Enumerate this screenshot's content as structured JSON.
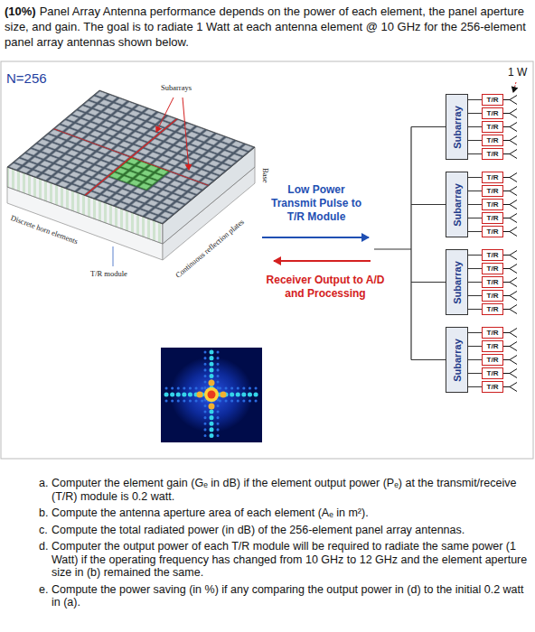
{
  "diagram": {
    "nodes": [
      {
        "text": [
          "Subarray"
        ]
      },
      {
        "text": [
          "T/R"
        ]
      },
      {
        "text": [
          "T/R"
        ]
      },
      {
        "text": [
          "T/R"
        ]
      },
      {
        "text": [
          "T/R"
        ]
      },
      {
        "text": [
          "T/R"
        ]
      },
      {
        "text": [
          "Subarray"
        ]
      },
      {
        "text": [
          "T/R"
        ]
      },
      {
        "text": [
          "T/R"
        ]
      },
      {
        "text": [
          "T/R"
        ]
      },
      {
        "text": [
          "T/R"
        ]
      },
      {
        "text": [
          "T/R"
        ]
      },
      {
        "text": [
          "Subarray"
        ]
      },
      {
        "text": [
          "T/R"
        ]
      },
      {
        "text": [
          "T/R"
        ]
      },
      {
        "text": [
          "T/R"
        ]
      },
      {
        "text": [
          "T/R"
        ]
      },
      {
        "text": [
          "T/R"
        ]
      },
      {
        "text": [
          "Subarray"
        ]
      },
      {
        "text": [
          "T/R"
        ]
      },
      {
        "text": [
          "T/R"
        ]
      },
      {
        "text": [
          "T/R"
        ]
      },
      {
        "text": [
          "T/R"
        ]
      },
      {
        "text": [
          "T/R"
        ]
      }
    ],
    "edges": [
      {
        "from": 0,
        "to": 1,
        "arrow": "none"
      },
      {
        "from": 0,
        "to": 2,
        "arrow": "none"
      },
      {
        "from": 0,
        "to": 3,
        "arrow": "none"
      },
      {
        "from": 0,
        "to": 4,
        "arrow": "none"
      },
      {
        "from": 0,
        "to": 5,
        "arrow": "none"
      },
      {
        "from": 6,
        "to": 7,
        "arrow": "none"
      },
      {
        "from": 6,
        "to": 8,
        "arrow": "none"
      },
      {
        "from": 6,
        "to": 9,
        "arrow": "none"
      },
      {
        "from": 6,
        "to": 10,
        "arrow": "none"
      },
      {
        "from": 6,
        "to": 11,
        "arrow": "none"
      },
      {
        "from": 12,
        "to": 13,
        "arrow": "none"
      },
      {
        "from": 12,
        "to": 14,
        "arrow": "none"
      },
      {
        "from": 12,
        "to": 15,
        "arrow": "none"
      },
      {
        "from": 12,
        "to": 16,
        "arrow": "none"
      },
      {
        "from": 12,
        "to": 17,
        "arrow": "none"
      },
      {
        "from": 18,
        "to": 19,
        "arrow": "none"
      },
      {
        "from": 18,
        "to": 20,
        "arrow": "none"
      },
      {
        "from": 18,
        "to": 21,
        "arrow": "none"
      },
      {
        "from": 18,
        "to": 22,
        "arrow": "none"
      },
      {
        "from": 18,
        "to": 23,
        "arrow": "none"
      }
    ],
    "labels": [
      "(10%)",
      "Panel Array Antenna performance depends on the power of each element, the panel aperture size, and gain. The goal is to radiate 1 Watt at each antenna element @ 10 GHz for the 256-element panel array antennas shown below.",
      "N=256",
      "1 W",
      "Subarrays",
      "Base",
      "Discrete horn elements",
      "T/R module",
      "Continuous reflection plates",
      "Low Power Transmit Pulse to T/R Module",
      "Receiver Output to A/D and Processing",
      "a.",
      "Computer the element gain (Gₑ in dB) if the element output power (Pₑ) at the transmit/receive (T/R) module is 0.2 watt.",
      "b.",
      "Compute the antenna aperture area of each element (Aₑ in m²).",
      "c.",
      "Compute the total radiated power (in dB) of the 256-element panel array antennas.",
      "d.",
      "Computer the output power of each T/R module will be required to radiate the same power (1 Watt) if the operating frequency has changed from 10 GHz to 12 GHz and the element aperture size in (b) remained the same.",
      "e.",
      "Compute the power saving (in %) if any comparing the output power in (d) to the initial 0.2 watt in (a)."
    ]
  }
}
